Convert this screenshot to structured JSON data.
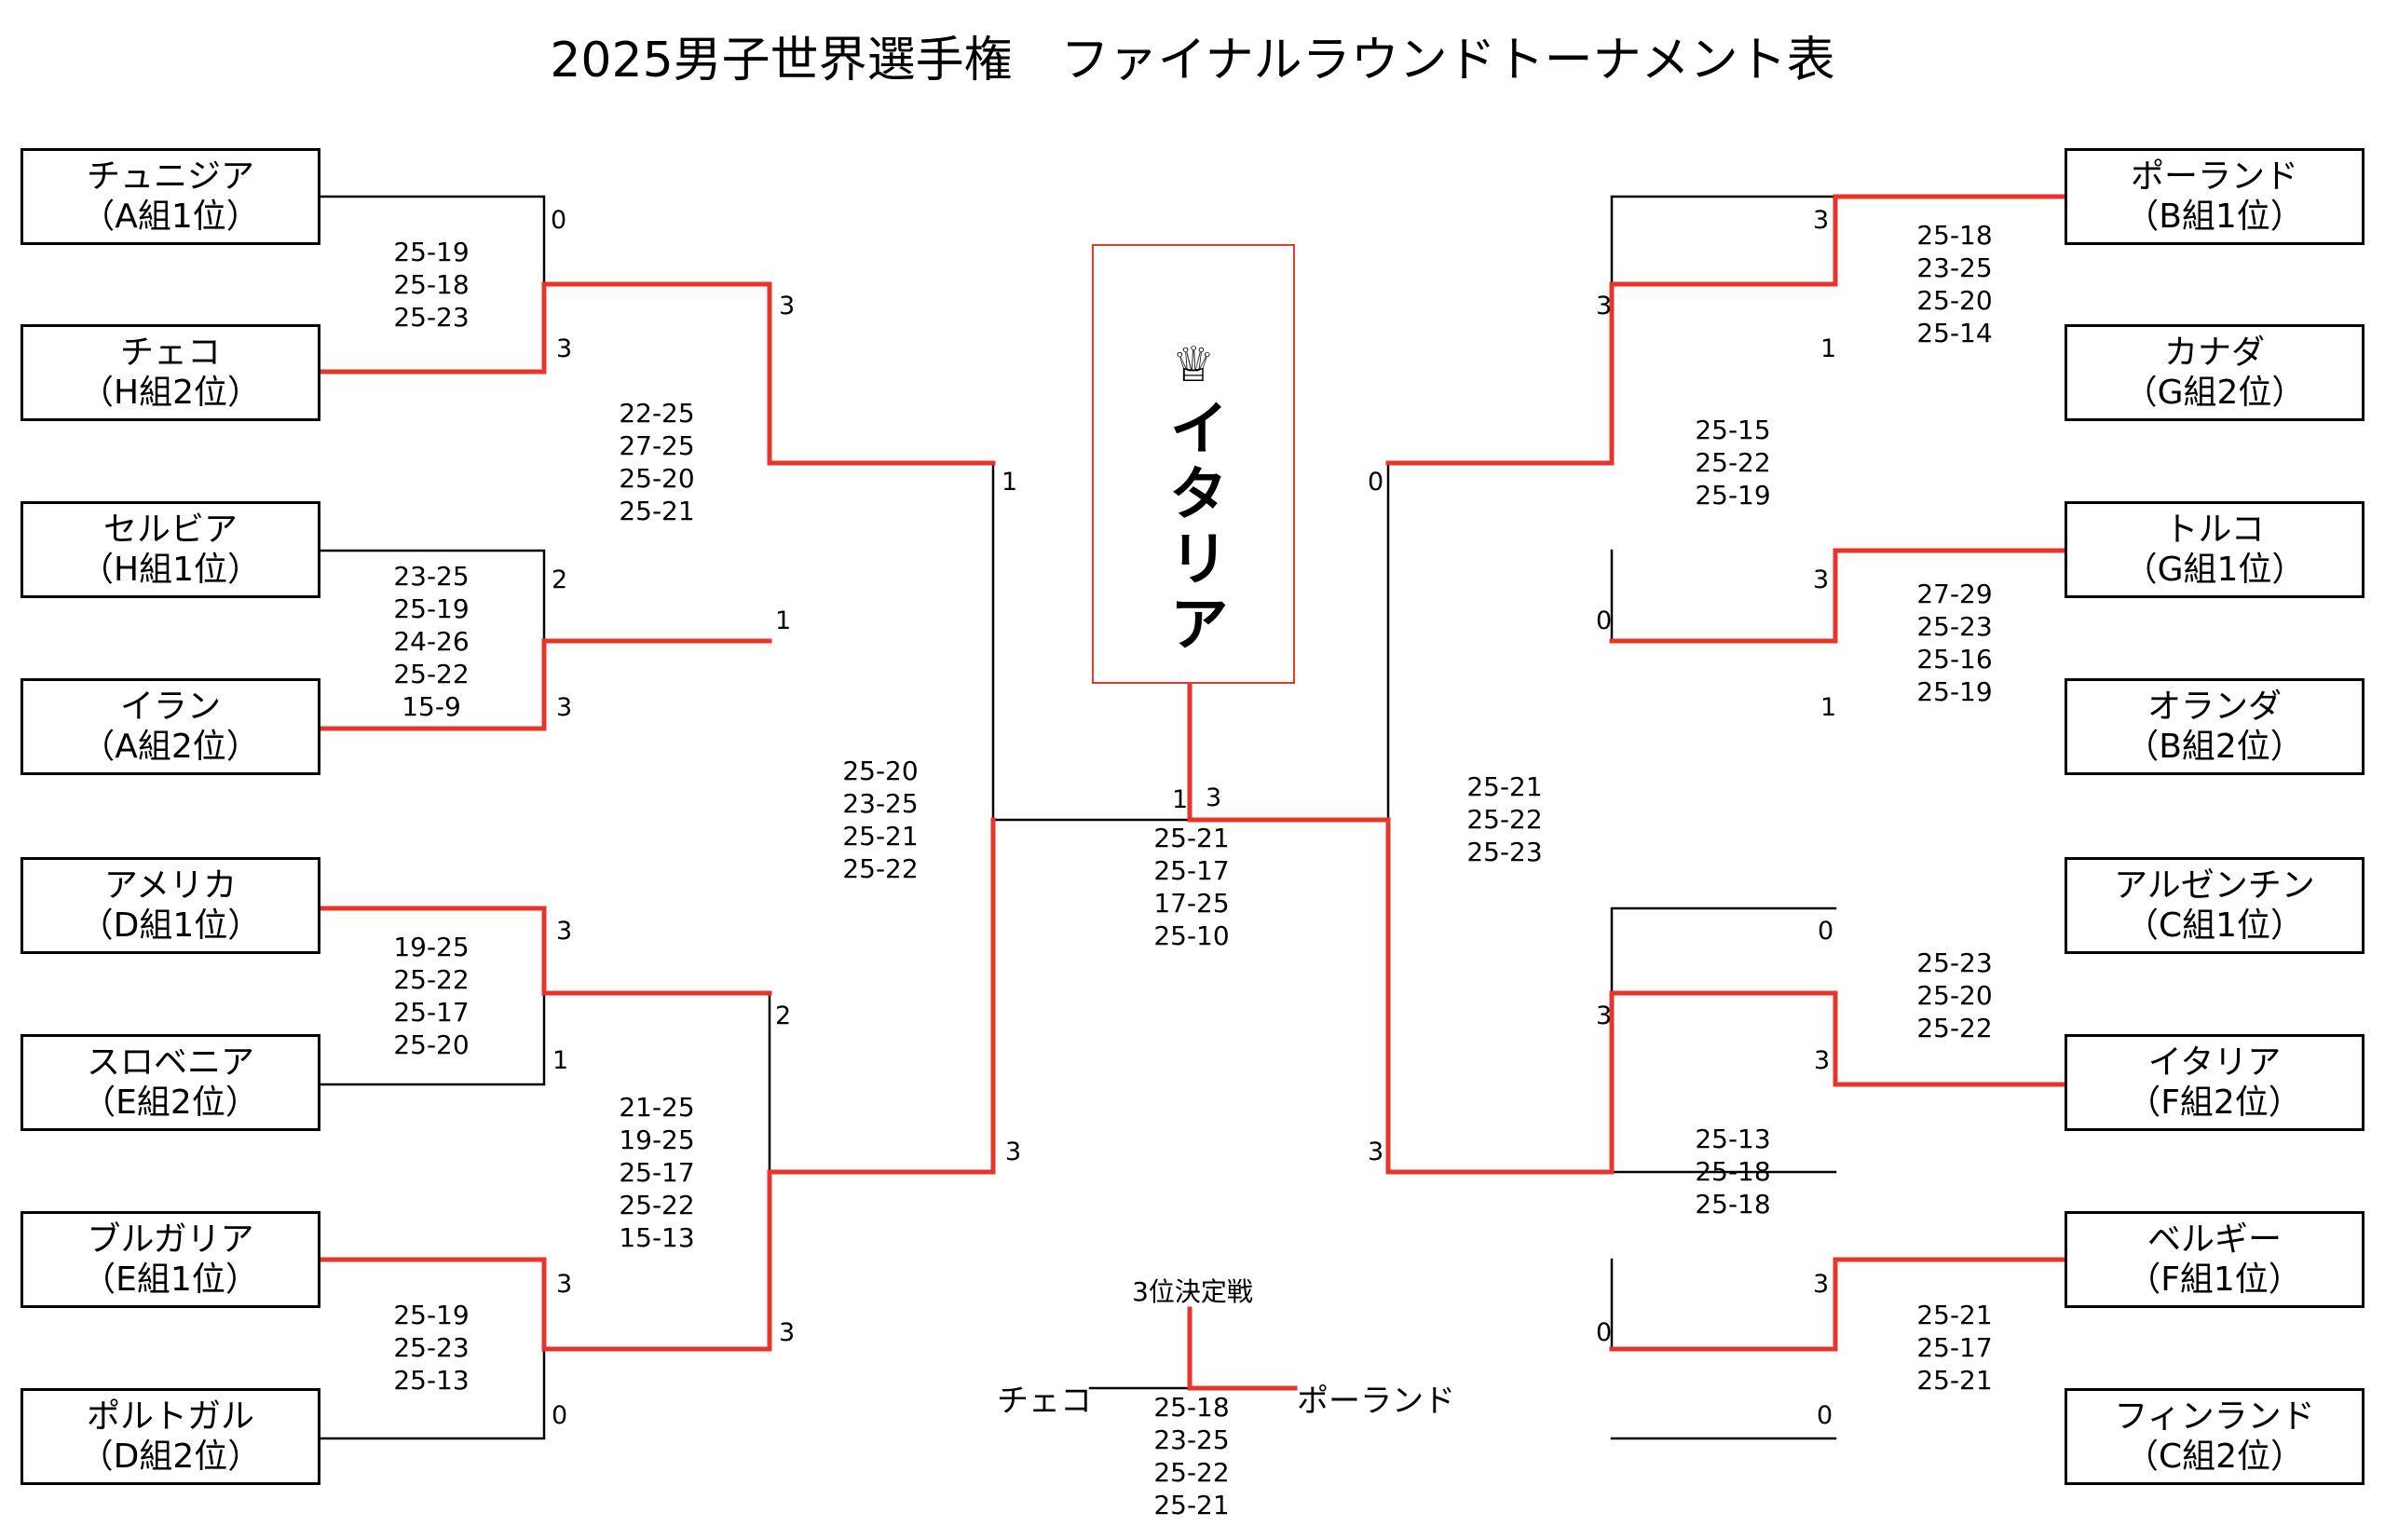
{
  "title": "2025男子世界選手権　ファイナルラウンドトーナメント表",
  "colors": {
    "winner_line": "#e8352b",
    "line": "#000000"
  },
  "teams": [
    {
      "name": "チュニジア",
      "seed": "（A組1位）"
    },
    {
      "name": "チェコ",
      "seed": "（H組2位）"
    },
    {
      "name": "セルビア",
      "seed": "（H組1位）"
    },
    {
      "name": "イラン",
      "seed": "（A組2位）"
    },
    {
      "name": "アメリカ",
      "seed": "（D組1位）"
    },
    {
      "name": "スロベニア",
      "seed": "（E組2位）"
    },
    {
      "name": "ブルガリア",
      "seed": "（E組1位）"
    },
    {
      "name": "ポルトガル",
      "seed": "（D組2位）"
    },
    {
      "name": "ポーランド",
      "seed": "（B組1位）"
    },
    {
      "name": "カナダ",
      "seed": "（G組2位）"
    },
    {
      "name": "トルコ",
      "seed": "（G組1位）"
    },
    {
      "name": "オランダ",
      "seed": "（B組2位）"
    },
    {
      "name": "アルゼンチン",
      "seed": "（C組1位）"
    },
    {
      "name": "イタリア",
      "seed": "（F組2位）"
    },
    {
      "name": "ベルギー",
      "seed": "（F組1位）"
    },
    {
      "name": "フィンランド",
      "seed": "（C組2位）"
    }
  ],
  "set_counts": {
    "r16_1a": "0",
    "r16_1b": "3",
    "r16_2a": "2",
    "r16_2b": "3",
    "r16_3a": "3",
    "r16_3b": "1",
    "r16_4a": "3",
    "r16_4b": "0",
    "r16_5a": "3",
    "r16_5b": "1",
    "r16_6a": "3",
    "r16_6b": "1",
    "r16_7a": "0",
    "r16_7b": "3",
    "r16_8a": "3",
    "r16_8b": "0",
    "qf_1a": "3",
    "qf_1b": "1",
    "qf_2a": "2",
    "qf_2b": "3",
    "qf_3a": "3",
    "qf_3b": "0",
    "qf_4a": "3",
    "qf_4b": "0",
    "sf_1a": "1",
    "sf_1b": "3",
    "sf_2a": "0",
    "sf_2b": "3",
    "final_a": "1",
    "final_b": "3"
  },
  "scores": {
    "r16_1": [
      "25-19",
      "25-18",
      "25-23"
    ],
    "r16_2": [
      "23-25",
      "25-19",
      "24-26",
      "25-22",
      "15-9"
    ],
    "r16_3": [
      "19-25",
      "25-22",
      "25-17",
      "25-20"
    ],
    "r16_4": [
      "25-19",
      "25-23",
      "25-13"
    ],
    "r16_5": [
      "25-18",
      "23-25",
      "25-20",
      "25-14"
    ],
    "r16_6": [
      "27-29",
      "25-23",
      "25-16",
      "25-19"
    ],
    "r16_7": [
      "25-23",
      "25-20",
      "25-22"
    ],
    "r16_8": [
      "25-21",
      "25-17",
      "25-21"
    ],
    "qf_1": [
      "22-25",
      "27-25",
      "25-20",
      "25-21"
    ],
    "qf_2": [
      "21-25",
      "19-25",
      "25-17",
      "25-22",
      "15-13"
    ],
    "qf_3": [
      "25-15",
      "25-22",
      "25-19"
    ],
    "qf_4": [
      "25-13",
      "25-18",
      "25-18"
    ],
    "sf_1": [
      "25-20",
      "23-25",
      "25-21",
      "25-22"
    ],
    "sf_2": [
      "25-21",
      "25-22",
      "25-23"
    ],
    "final": [
      "25-21",
      "25-17",
      "17-25",
      "25-10"
    ],
    "third": [
      "25-18",
      "23-25",
      "25-22",
      "25-21"
    ]
  },
  "champion": {
    "crown": "♕",
    "name": "イタリア"
  },
  "third_place": {
    "label": "3位決定戦",
    "team_left": "チェコ",
    "team_right": "ポーランド"
  }
}
